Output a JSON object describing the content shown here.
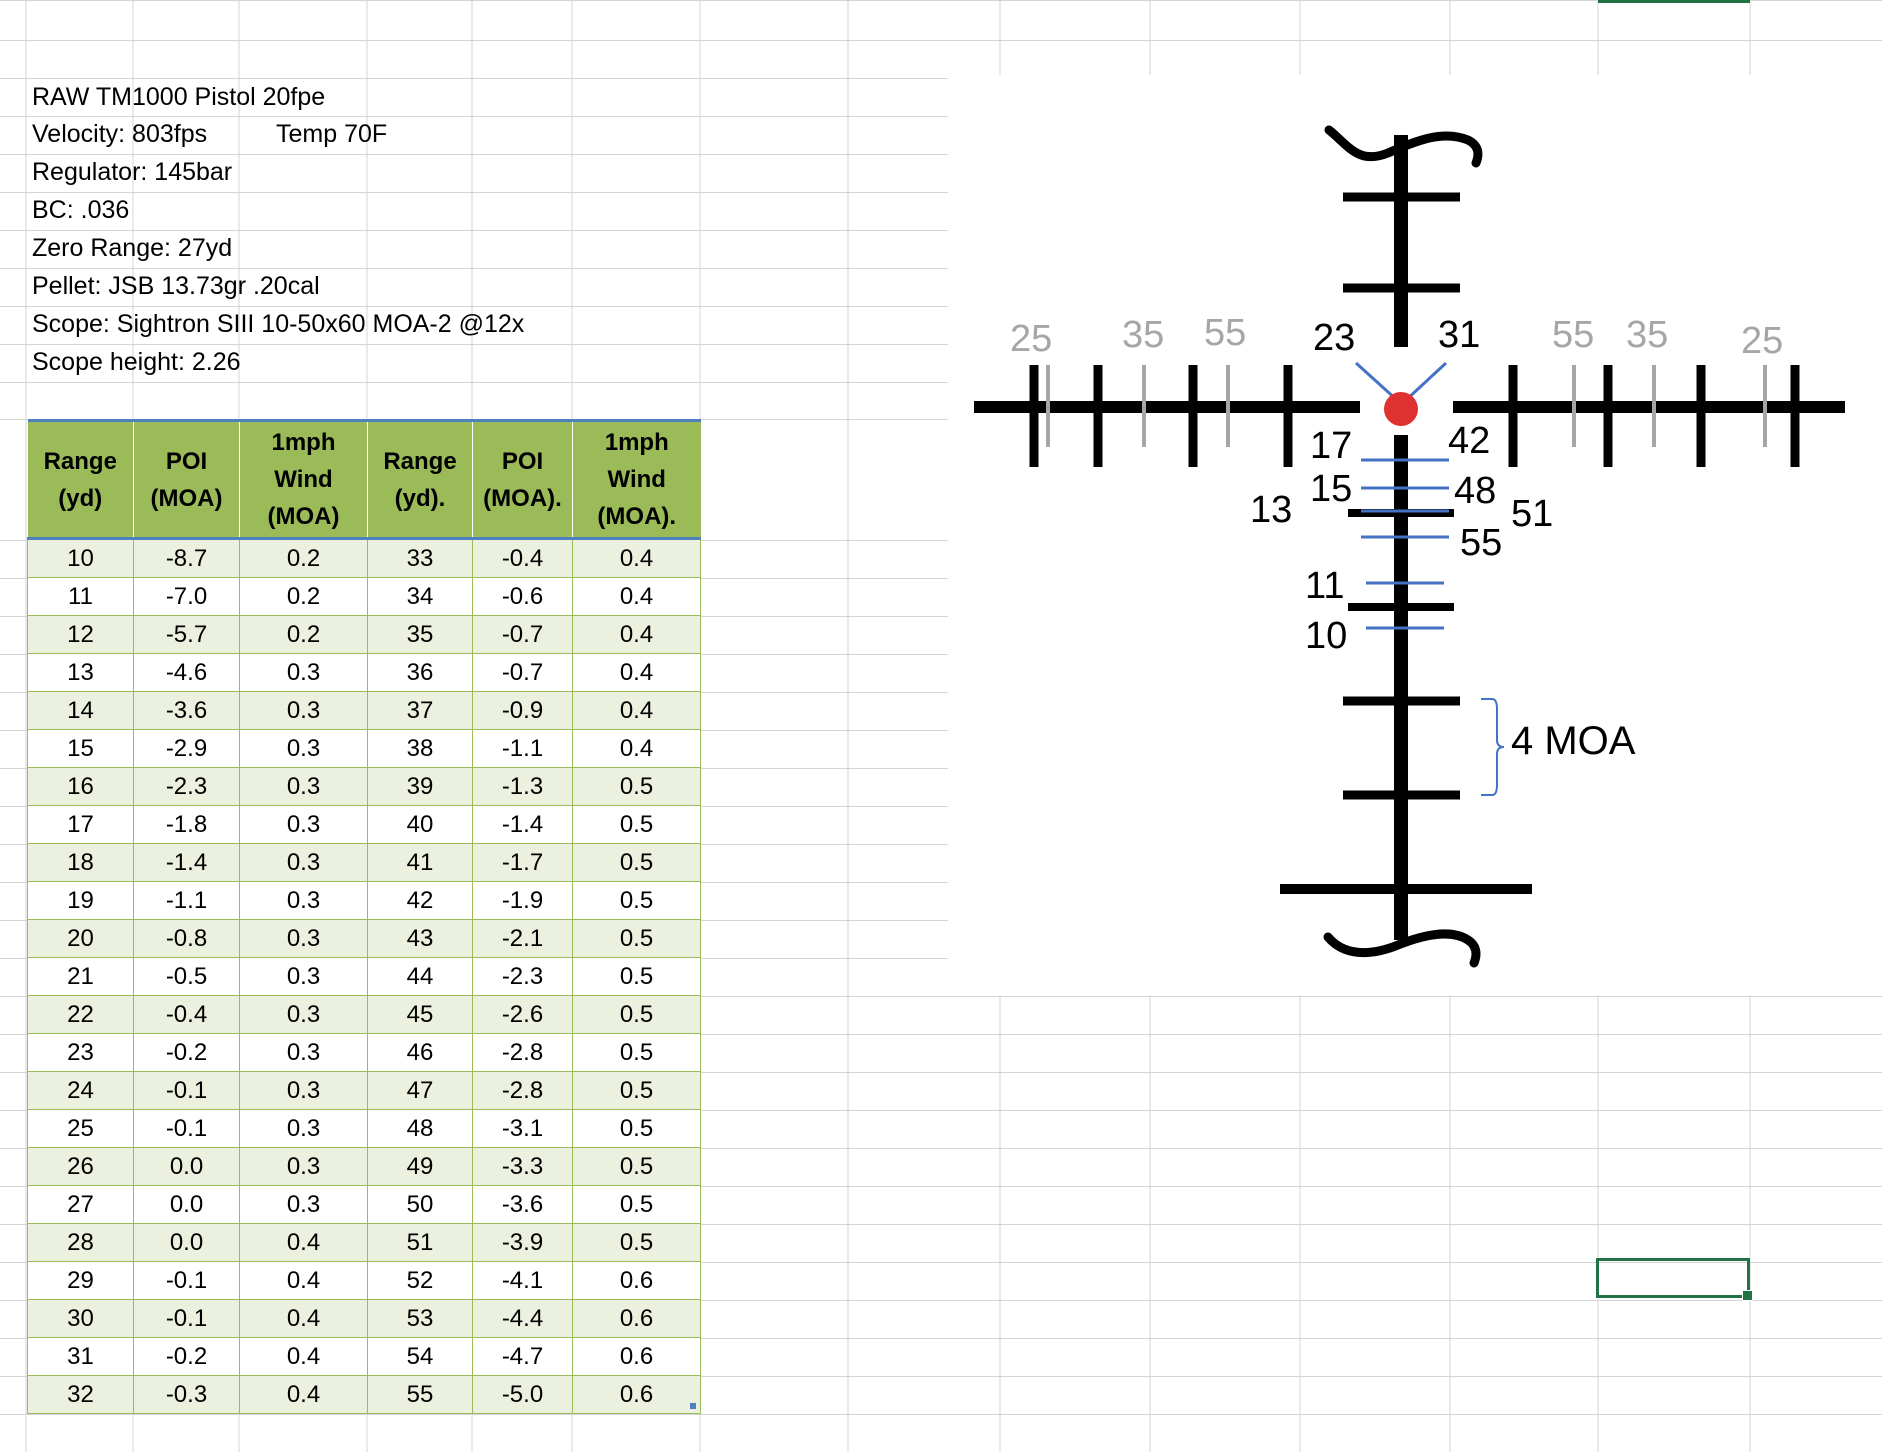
{
  "info": {
    "title": "RAW TM1000 Pistol 20fpe",
    "velocity": "Velocity: 803fps",
    "temp": "Temp 70F",
    "regulator": "Regulator: 145bar",
    "bc": "BC: .036",
    "zero_range": "Zero Range: 27yd",
    "pellet": "Pellet: JSB 13.73gr .20cal",
    "scope": "Scope: Sightron SIII 10-50x60 MOA-2 @12x",
    "scope_height": "Scope height:  2.26"
  },
  "table": {
    "headers": [
      "Range\n(yd)",
      "POI\n(MOA)",
      "1mph\nWind\n(MOA)",
      "Range\n(yd).",
      "POI\n(MOA).",
      "1mph\nWind\n(MOA)."
    ],
    "rows": [
      [
        "10",
        "-8.7",
        "0.2",
        "33",
        "-0.4",
        "0.4"
      ],
      [
        "11",
        "-7.0",
        "0.2",
        "34",
        "-0.6",
        "0.4"
      ],
      [
        "12",
        "-5.7",
        "0.2",
        "35",
        "-0.7",
        "0.4"
      ],
      [
        "13",
        "-4.6",
        "0.3",
        "36",
        "-0.7",
        "0.4"
      ],
      [
        "14",
        "-3.6",
        "0.3",
        "37",
        "-0.9",
        "0.4"
      ],
      [
        "15",
        "-2.9",
        "0.3",
        "38",
        "-1.1",
        "0.4"
      ],
      [
        "16",
        "-2.3",
        "0.3",
        "39",
        "-1.3",
        "0.5"
      ],
      [
        "17",
        "-1.8",
        "0.3",
        "40",
        "-1.4",
        "0.5"
      ],
      [
        "18",
        "-1.4",
        "0.3",
        "41",
        "-1.7",
        "0.5"
      ],
      [
        "19",
        "-1.1",
        "0.3",
        "42",
        "-1.9",
        "0.5"
      ],
      [
        "20",
        "-0.8",
        "0.3",
        "43",
        "-2.1",
        "0.5"
      ],
      [
        "21",
        "-0.5",
        "0.3",
        "44",
        "-2.3",
        "0.5"
      ],
      [
        "22",
        "-0.4",
        "0.3",
        "45",
        "-2.6",
        "0.5"
      ],
      [
        "23",
        "-0.2",
        "0.3",
        "46",
        "-2.8",
        "0.5"
      ],
      [
        "24",
        "-0.1",
        "0.3",
        "47",
        "-2.8",
        "0.5"
      ],
      [
        "25",
        "-0.1",
        "0.3",
        "48",
        "-3.1",
        "0.5"
      ],
      [
        "26",
        "0.0",
        "0.3",
        "49",
        "-3.3",
        "0.5"
      ],
      [
        "27",
        "0.0",
        "0.3",
        "50",
        "-3.6",
        "0.5"
      ],
      [
        "28",
        "0.0",
        "0.4",
        "51",
        "-3.9",
        "0.5"
      ],
      [
        "29",
        "-0.1",
        "0.4",
        "52",
        "-4.1",
        "0.6"
      ],
      [
        "30",
        "-0.1",
        "0.4",
        "53",
        "-4.4",
        "0.6"
      ],
      [
        "31",
        "-0.2",
        "0.4",
        "54",
        "-4.7",
        "0.6"
      ],
      [
        "32",
        "-0.3",
        "0.4",
        "55",
        "-5.0",
        "0.6"
      ]
    ]
  },
  "reticle": {
    "wind_labels_left": [
      "25",
      "35",
      "55"
    ],
    "wind_labels_right": [
      "55",
      "35",
      "25"
    ],
    "label_23": "23",
    "label_31": "31",
    "label_17": "17",
    "label_42": "42",
    "label_15": "15",
    "label_48": "48",
    "label_13": "13",
    "label_51": "51",
    "label_55": "55",
    "label_11": "11",
    "label_10": "10",
    "scale_label": "4 MOA"
  },
  "colors": {
    "header_green": "#9bbb59",
    "band_green": "#ebf1de",
    "header_border_blue": "#4f81bd",
    "gridline": "#d4d4d4",
    "select_green": "#217346",
    "reticle_blue": "#4472c4",
    "aim_red": "#e03131",
    "wind_gray": "#a6a6a6"
  }
}
